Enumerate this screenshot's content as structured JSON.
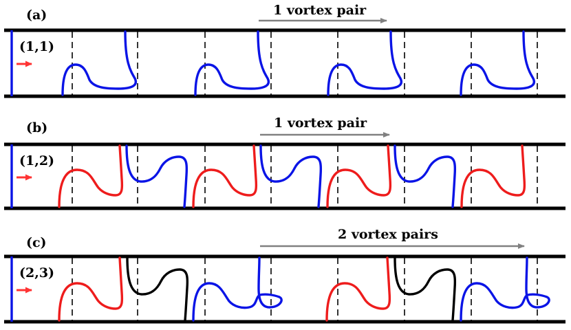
{
  "colors": {
    "blue": "#0a14e6",
    "red": "#ee1c1c",
    "black": "#000000",
    "arrow_gray": "#808080",
    "inflow_arrow": "#ff3333"
  },
  "panels": [
    {
      "id": "a",
      "panel_label": "(a)",
      "mode_label": "(1,1)",
      "arrow_label": "1 vortex pair"
    },
    {
      "id": "b",
      "panel_label": "(b)",
      "mode_label": "(1,2)",
      "arrow_label": "1 vortex pair"
    },
    {
      "id": "c",
      "panel_label": "(c)",
      "mode_label": "(2,3)",
      "arrow_label": "2 vortex pairs"
    }
  ]
}
